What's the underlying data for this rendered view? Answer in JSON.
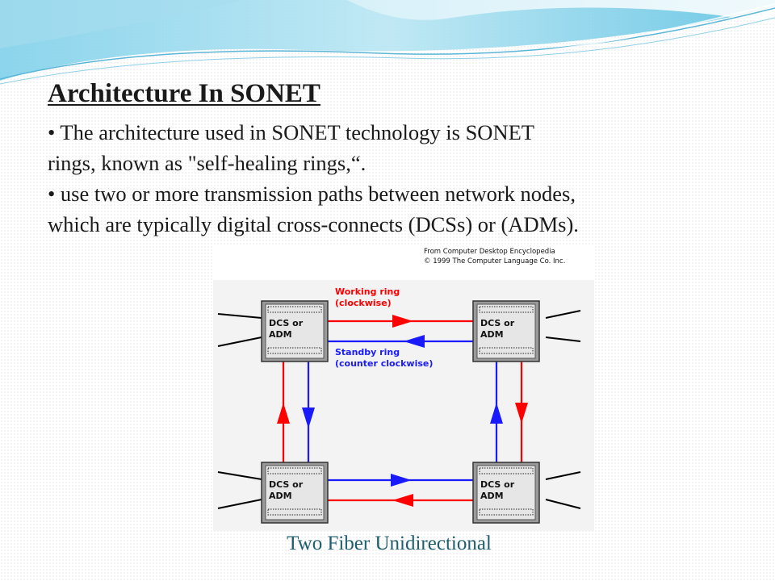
{
  "slide": {
    "title": "Architecture In SONET",
    "bullets": [
      {
        "lines": [
          "• The architecture used in SONET technology is SONET",
          "rings, known as \"self-healing rings,“."
        ]
      },
      {
        "lines": [
          "• use two or more transmission paths between network nodes,",
          "which are typically digital cross-connects (DCSs) or (ADMs)."
        ]
      }
    ],
    "caption": "Two Fiber Unidirectional"
  },
  "figure": {
    "credit_line1": "From Computer Desktop Encyclopedia",
    "credit_line2": "© 1999 The Computer Language Co. Inc.",
    "working_ring_line1": "Working ring",
    "working_ring_line2": "(clockwise)",
    "standby_ring_line1": "Standby ring",
    "standby_ring_line2": "(counter clockwise)",
    "nodes": [
      {
        "line1": "DCS or",
        "line2": "ADM"
      },
      {
        "line1": "DCS or",
        "line2": "ADM"
      },
      {
        "line1": "DCS or",
        "line2": "ADM"
      },
      {
        "line1": "DCS or",
        "line2": "ADM"
      }
    ],
    "colors": {
      "working": "#ff0000",
      "standby": "#1a1aff"
    }
  }
}
